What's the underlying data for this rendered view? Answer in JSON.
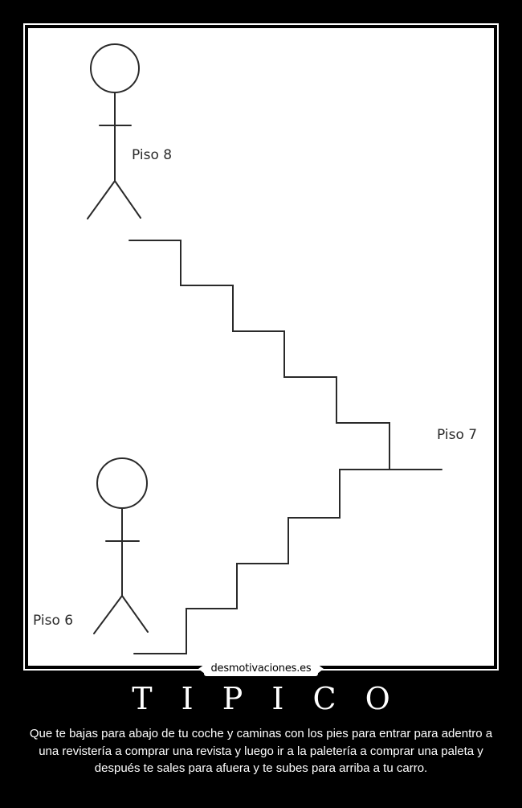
{
  "image": {
    "floor_labels": {
      "top": "Piso 8",
      "middle": "Piso 7",
      "bottom": "Piso 6"
    },
    "figures": [
      "stick-figure",
      "stick-figure"
    ]
  },
  "watermark": "desmotivaciones.es",
  "title": "T I P I C O",
  "caption": "Que te bajas para abajo de tu coche y caminas con los pies para entrar para adentro a una revistería a comprar una revista y luego ir a la paletería a comprar una paleta y después te sales para afuera y te subes para arriba a tu carro.",
  "colors": {
    "background": "#000000",
    "frame": "#ffffff",
    "ink": "#2a2a2a",
    "text": "#ffffff"
  }
}
